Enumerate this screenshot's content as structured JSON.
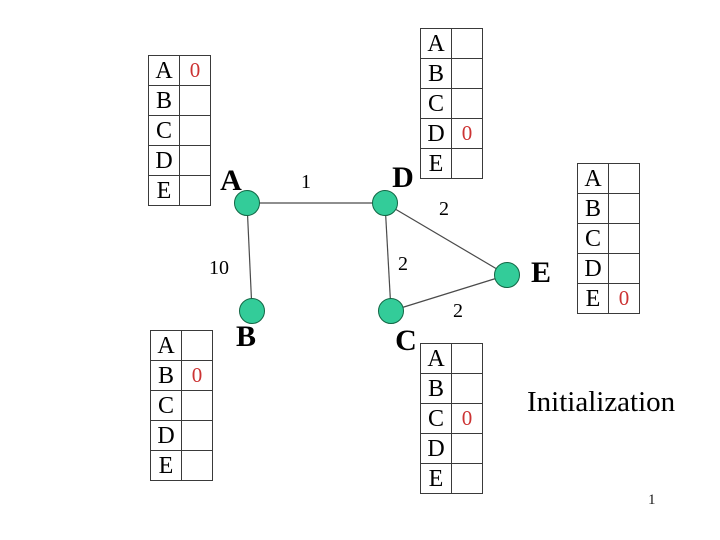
{
  "slide": {
    "caption": "Initialization",
    "page_number": "1"
  },
  "colors": {
    "node_fill": "#33cc99",
    "node_border": "#116644",
    "value_red": "#cc3333",
    "table_border": "#3a3a3a",
    "edge_line": "#4a4a4a",
    "background": "#ffffff"
  },
  "graph": {
    "nodes": [
      {
        "id": "A",
        "label": "A"
      },
      {
        "id": "B",
        "label": "B"
      },
      {
        "id": "C",
        "label": "C"
      },
      {
        "id": "D",
        "label": "D"
      },
      {
        "id": "E",
        "label": "E"
      }
    ],
    "edges": [
      {
        "from": "A",
        "to": "D",
        "weight": "1"
      },
      {
        "from": "A",
        "to": "B",
        "weight": "10"
      },
      {
        "from": "D",
        "to": "C",
        "weight": "2"
      },
      {
        "from": "D",
        "to": "E",
        "weight": "2"
      },
      {
        "from": "C",
        "to": "E",
        "weight": "2"
      }
    ]
  },
  "tables": {
    "a": {
      "owner": "A",
      "rows": [
        {
          "label": "A",
          "value": "0"
        },
        {
          "label": "B",
          "value": ""
        },
        {
          "label": "C",
          "value": ""
        },
        {
          "label": "D",
          "value": ""
        },
        {
          "label": "E",
          "value": ""
        }
      ]
    },
    "d": {
      "owner": "D",
      "rows": [
        {
          "label": "A",
          "value": ""
        },
        {
          "label": "B",
          "value": ""
        },
        {
          "label": "C",
          "value": ""
        },
        {
          "label": "D",
          "value": "0"
        },
        {
          "label": "E",
          "value": ""
        }
      ]
    },
    "e": {
      "owner": "E",
      "rows": [
        {
          "label": "A",
          "value": ""
        },
        {
          "label": "B",
          "value": ""
        },
        {
          "label": "C",
          "value": ""
        },
        {
          "label": "D",
          "value": ""
        },
        {
          "label": "E",
          "value": "0"
        }
      ]
    },
    "b": {
      "owner": "B",
      "rows": [
        {
          "label": "A",
          "value": ""
        },
        {
          "label": "B",
          "value": "0"
        },
        {
          "label": "C",
          "value": ""
        },
        {
          "label": "D",
          "value": ""
        },
        {
          "label": "E",
          "value": ""
        }
      ]
    },
    "c": {
      "owner": "C",
      "rows": [
        {
          "label": "A",
          "value": ""
        },
        {
          "label": "B",
          "value": ""
        },
        {
          "label": "C",
          "value": "0"
        },
        {
          "label": "D",
          "value": ""
        },
        {
          "label": "E",
          "value": ""
        }
      ]
    }
  }
}
